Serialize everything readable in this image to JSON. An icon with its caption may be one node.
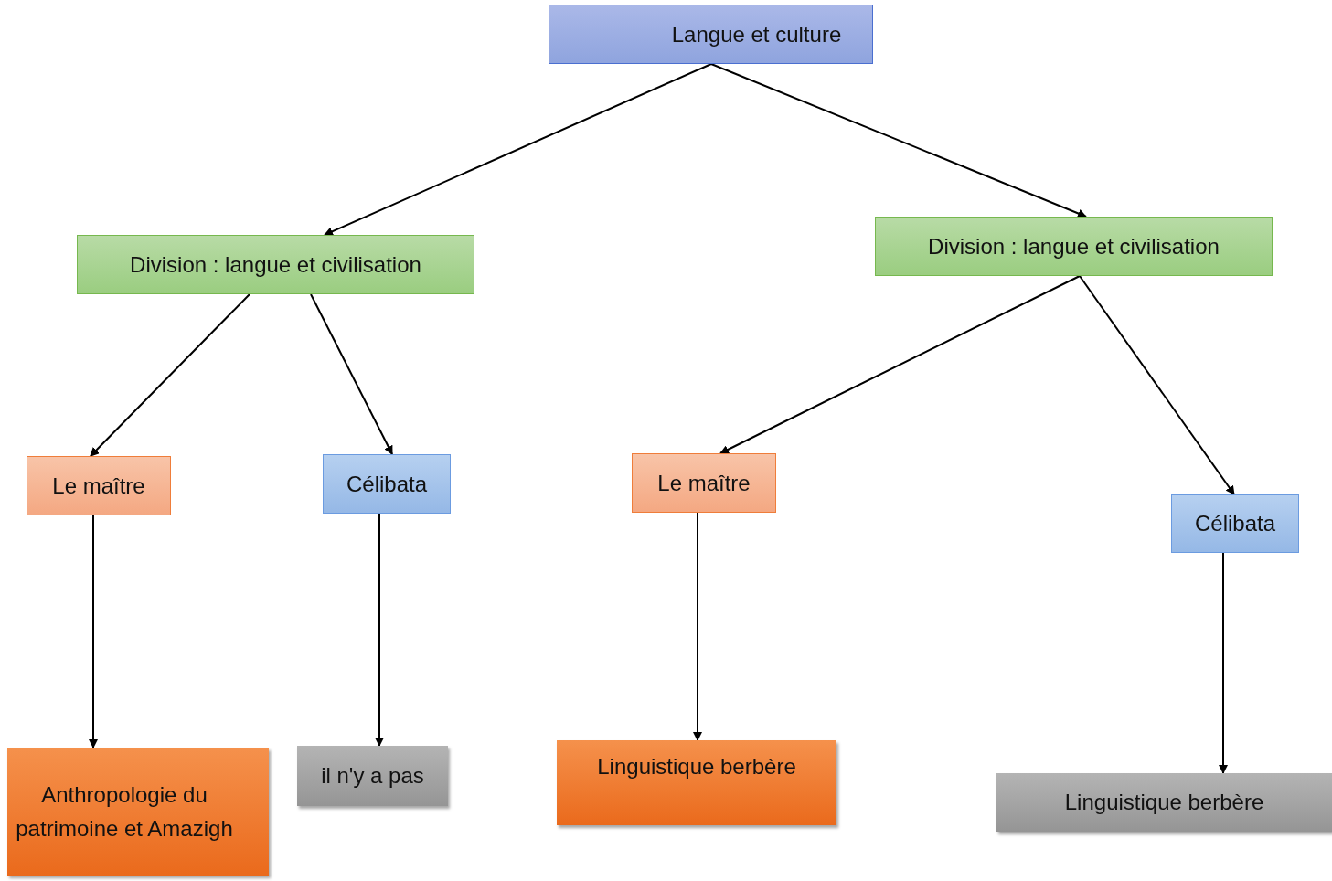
{
  "diagram": {
    "nodes": [
      {
        "text": [
          "Langue et culture"
        ]
      },
      {
        "text": [
          "Division : langue et civilisation"
        ]
      },
      {
        "text": [
          "Division : langue et civilisation"
        ]
      },
      {
        "text": [
          "Le maître"
        ]
      },
      {
        "text": [
          "Célibata"
        ]
      },
      {
        "text": [
          "Le maître"
        ]
      },
      {
        "text": [
          "Célibata"
        ]
      },
      {
        "text": [
          "Anthropologie du patrimoine et Amazigh"
        ]
      },
      {
        "text": [
          "il n'y a pas"
        ]
      },
      {
        "text": [
          "Linguistique berbère"
        ]
      },
      {
        "text": [
          "Linguistique berbère"
        ]
      }
    ],
    "edges": [
      {
        "from": 0,
        "to": 1,
        "arrow": "to"
      },
      {
        "from": 0,
        "to": 2,
        "arrow": "to"
      },
      {
        "from": 1,
        "to": 3,
        "arrow": "to"
      },
      {
        "from": 1,
        "to": 4,
        "arrow": "to"
      },
      {
        "from": 2,
        "to": 5,
        "arrow": "to"
      },
      {
        "from": 2,
        "to": 6,
        "arrow": "to"
      },
      {
        "from": 3,
        "to": 7,
        "arrow": "to"
      },
      {
        "from": 4,
        "to": 8,
        "arrow": "to"
      },
      {
        "from": 5,
        "to": 9,
        "arrow": "to"
      },
      {
        "from": 6,
        "to": 10,
        "arrow": "to"
      }
    ]
  }
}
